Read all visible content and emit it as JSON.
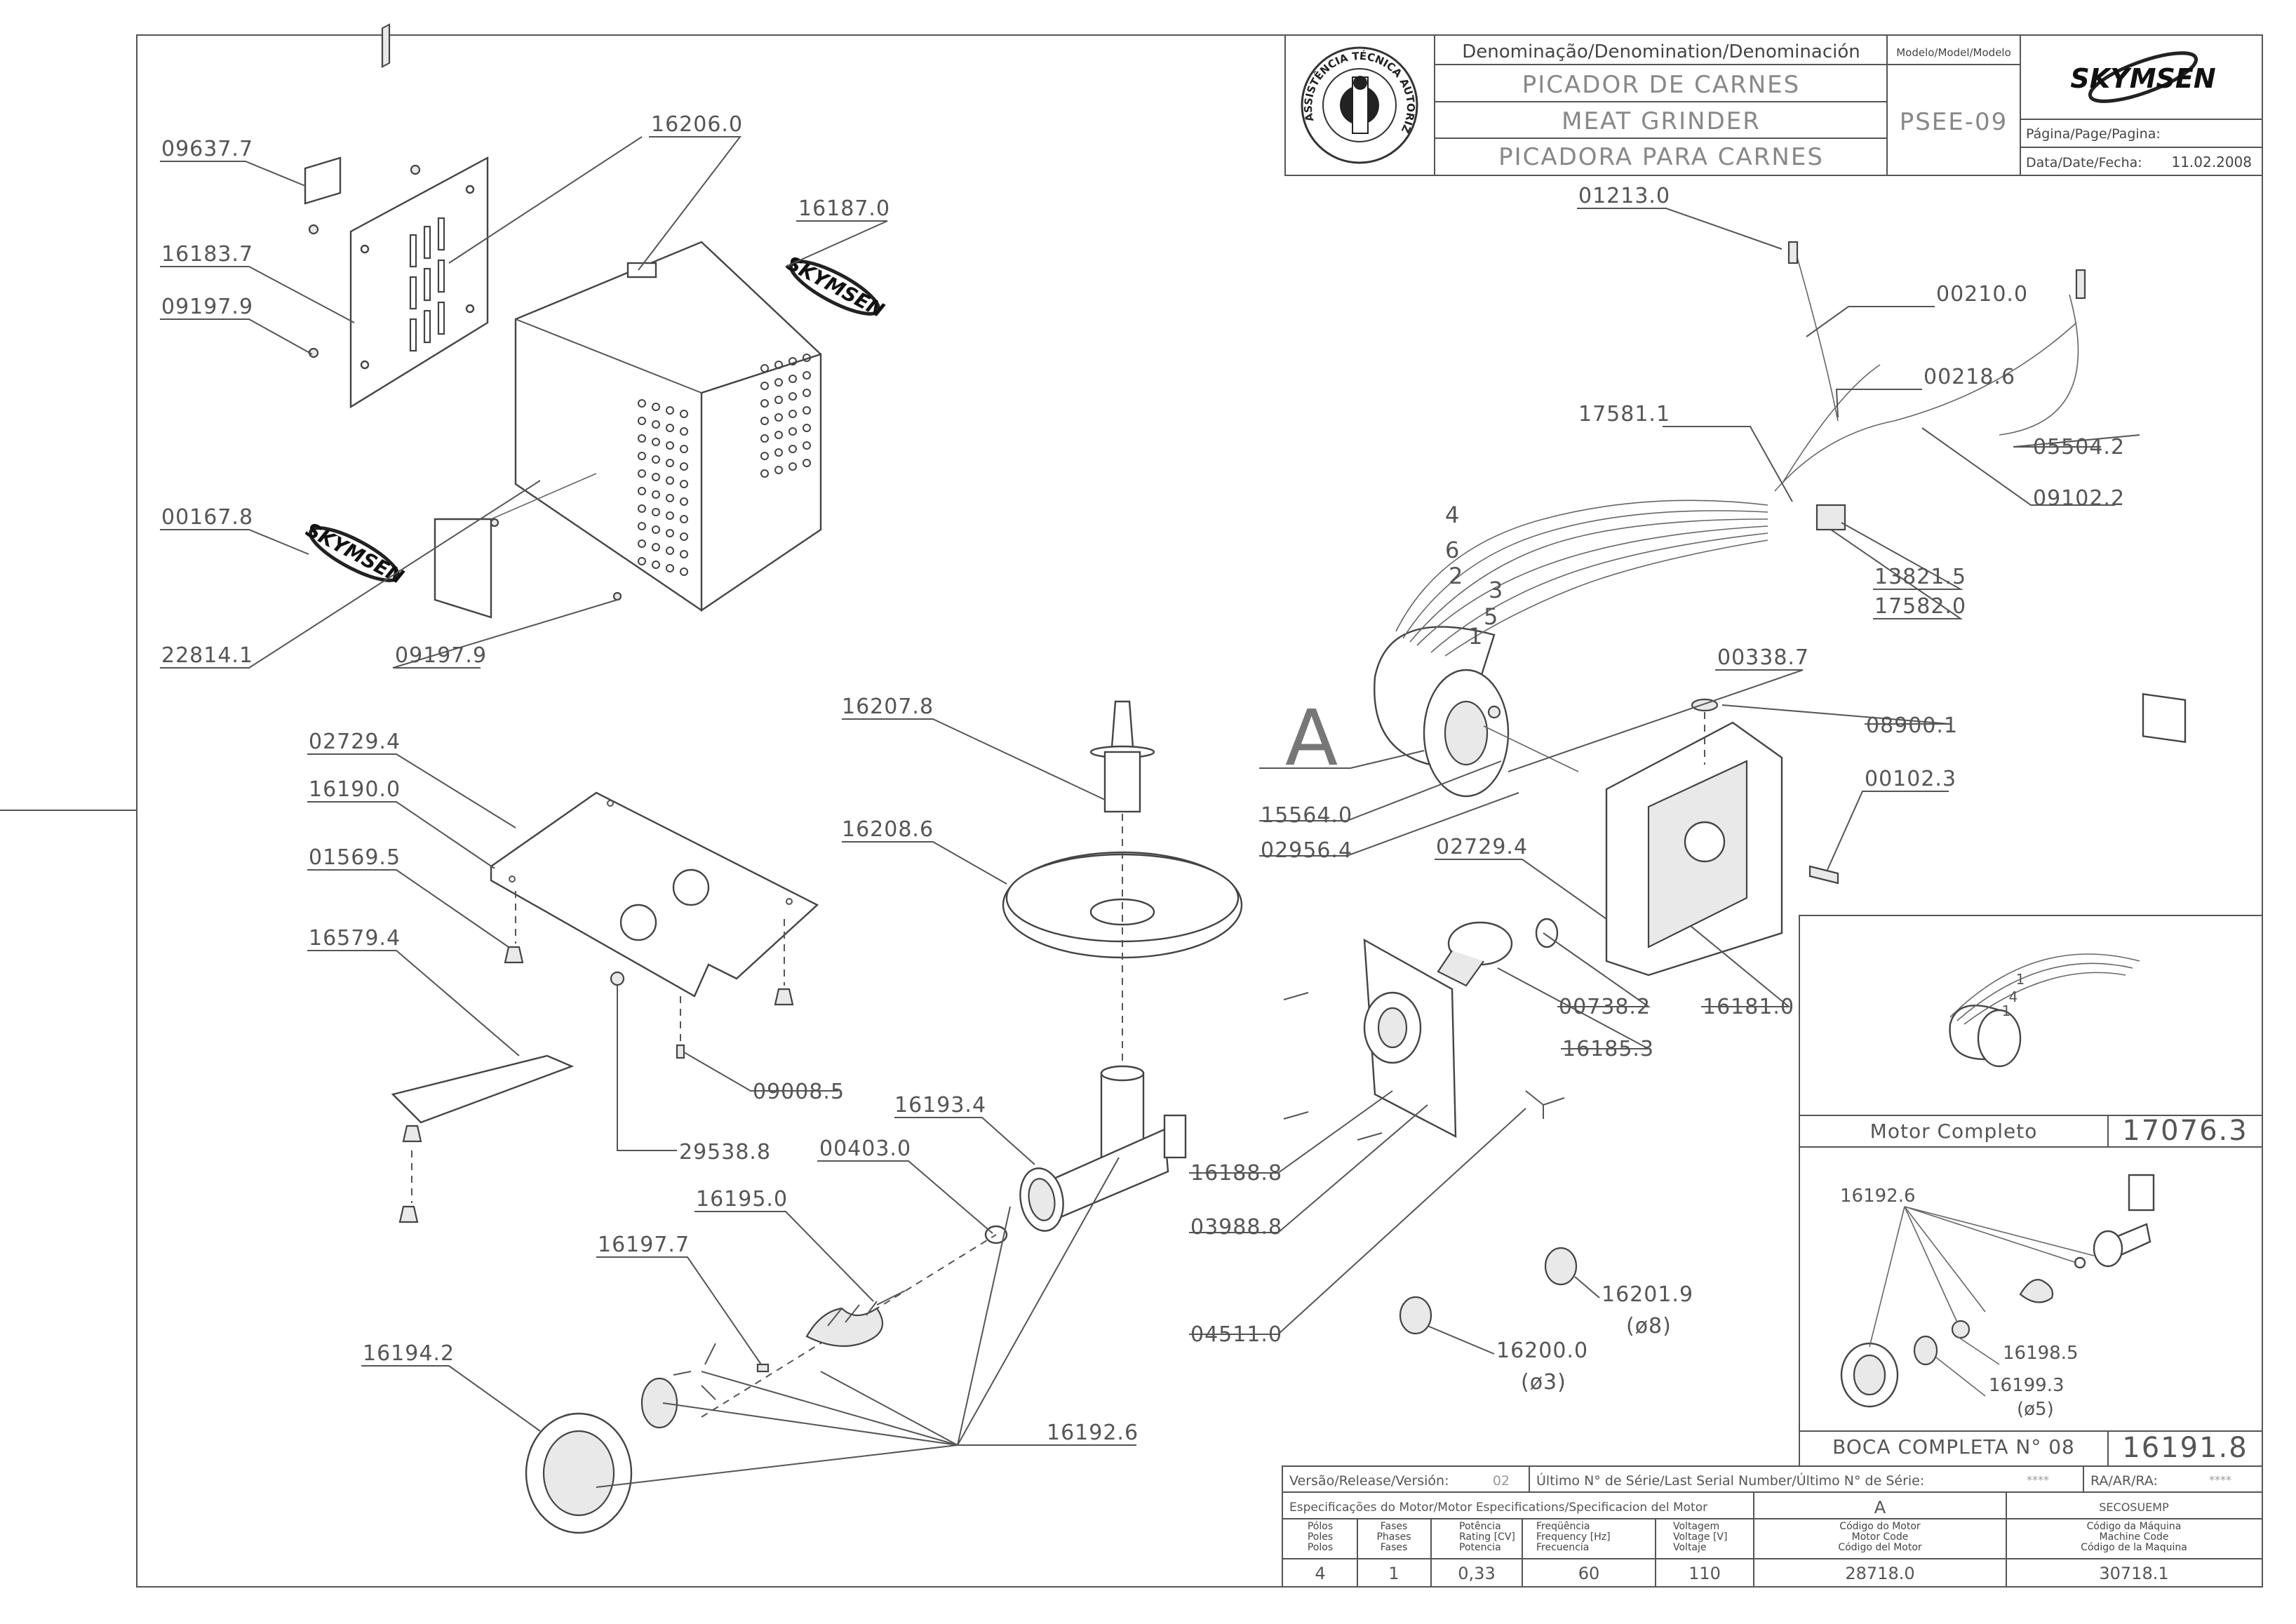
{
  "title_block": {
    "denomination_header": "Denominação/Denomination/Denominación",
    "model_header": "Modelo/Model/Modelo",
    "name_pt": "PICADOR DE CARNES",
    "name_en": "MEAT GRINDER",
    "name_es": "PICADORA PARA CARNES",
    "model": "PSEE-09",
    "brand": "SKYMSEN",
    "page_label": "Página/Page/Pagina:",
    "date_label": "Data/Date/Fecha:",
    "date": "11.02.2008",
    "seal_text": "ASSISTÊNCIA TÉCNICA AUTORIZADA"
  },
  "parts": {
    "p09637_7": "09637.7",
    "p16206_0": "16206.0",
    "p16187_0": "16187.0",
    "p16183_7": "16183.7",
    "p09197_9a": "09197.9",
    "p00167_8": "00167.8",
    "p22814_1": "22814.1",
    "p09197_9b": "09197.9",
    "p02729_4a": "02729.4",
    "p16190_0": "16190.0",
    "p01569_5": "01569.5",
    "p16579_4": "16579.4",
    "p09008_5": "09008.5",
    "p29538_8": "29538.8",
    "p16207_8": "16207.8",
    "p16208_6": "16208.6",
    "p16193_4": "16193.4",
    "p00403_0": "00403.0",
    "p16195_0": "16195.0",
    "p16197_7": "16197.7",
    "p16194_2": "16194.2",
    "p16192_6": "16192.6",
    "p01213_0": "01213.0",
    "p00210_0": "00210.0",
    "p00218_6": "00218.6",
    "p17581_1": "17581.1",
    "p05504_2": "05504.2",
    "p09102_2": "09102.2",
    "p13821_5": "13821.5",
    "p17582_0": "17582.0",
    "p00338_7": "00338.7",
    "p08900_1": "08900.1",
    "p00102_3": "00102.3",
    "p15564_0": "15564.0",
    "p02956_4": "02956.4",
    "p02729_4b": "02729.4",
    "p00738_2": "00738.2",
    "p16181_0": "16181.0",
    "p16185_3": "16185.3",
    "p16188_8": "16188.8",
    "p03988_8": "03988.8",
    "p04511_0": "04511.0",
    "p16201_9": "16201.9",
    "p16201_9_note": "(ø8)",
    "p16200_0": "16200.0",
    "p16200_0_note": "(ø3)"
  },
  "wire_numbers": [
    "4",
    "6",
    "2",
    "3",
    "5",
    "1"
  ],
  "view_letter": "A",
  "inset_motor": {
    "wire_numbers": [
      "1",
      "4",
      "1"
    ],
    "caption": "Motor Completo",
    "code": "17076.3"
  },
  "inset_head": {
    "part_a": "16192.6",
    "part_b": "16198.5",
    "part_c": "16199.3",
    "part_c_note": "(ø5)",
    "caption": "BOCA COMPLETA N° 08",
    "code": "16191.8"
  },
  "spec_block": {
    "version_label": "Versão/Release/Versión:",
    "version": "02",
    "serial_label": "Último N° de Série/Last Serial Number/Último N° de Série:",
    "serial_value": "****",
    "ra_label": "RA/AR/RA:",
    "ra_value": "****",
    "motor_spec_label": "Especificações do Motor/Motor Especifications/Specificacion del Motor",
    "motor_letter": "A",
    "machine_header": "SECOSUEMP",
    "col_poles": [
      "Pólos",
      "Poles",
      "Polos"
    ],
    "col_phases": [
      "Fases",
      "Phases",
      "Fases"
    ],
    "col_power": [
      "Potência",
      "Rating [CV]",
      "Potencia"
    ],
    "col_freq": [
      "Freqüência",
      "Frequency [Hz]",
      "Frecuencia"
    ],
    "col_volt": [
      "Voltagem",
      "Voltage [V]",
      "Voltaje"
    ],
    "col_motor_code": [
      "Código do Motor",
      "Motor Code",
      "Código del Motor"
    ],
    "col_machine_code": [
      "Código da Máquina",
      "Machine Code",
      "Código de la Maquina"
    ],
    "poles": "4",
    "phases": "1",
    "power": "0,33",
    "frequency": "60",
    "voltage": "110",
    "motor_code": "28718.0",
    "machine_code": "30718.1"
  }
}
